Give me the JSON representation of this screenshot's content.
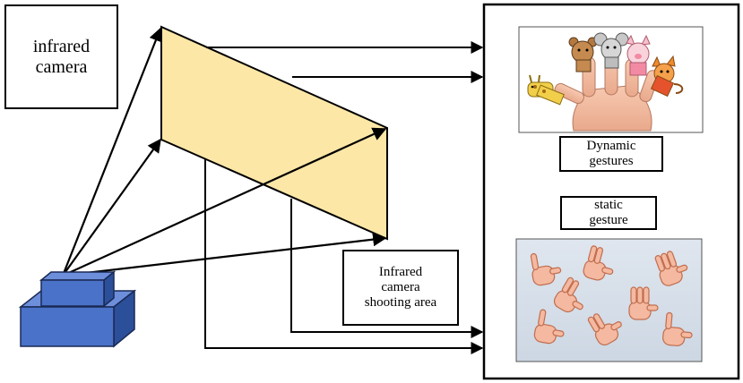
{
  "labels": {
    "camera_box": "infrared\ncamera",
    "shooting_area": "Infrared\ncamera\nshooting area",
    "dynamic": "Dynamic\ngestures",
    "static": "static\ngesture"
  },
  "colors": {
    "plane_fill": "#fde7a7",
    "camera_front": "#4a72c8",
    "camera_side": "#2c4f9a",
    "camera_top": "#6d8fdb",
    "outline": "#000000"
  }
}
